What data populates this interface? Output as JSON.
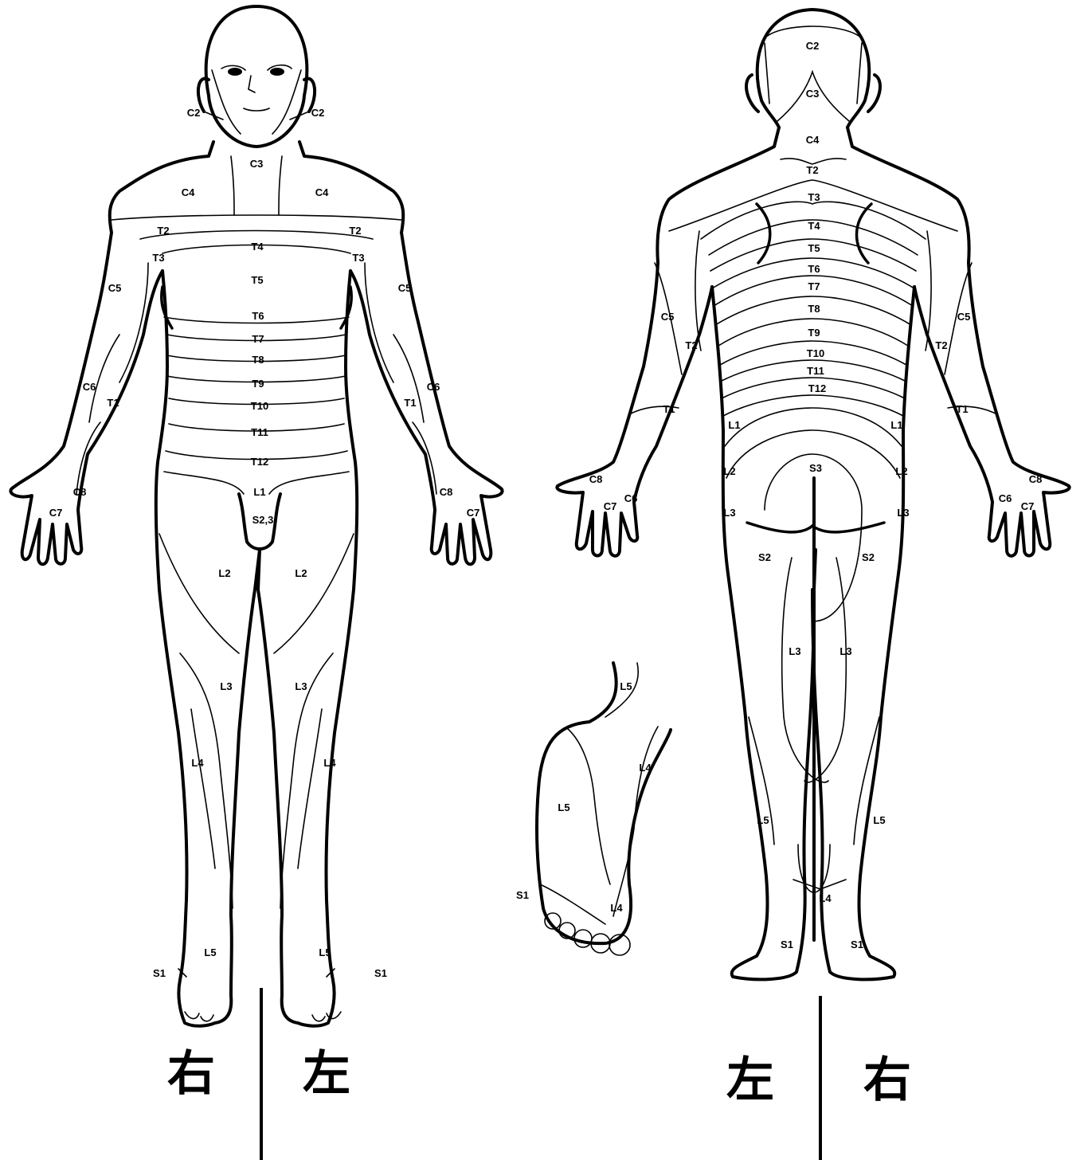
{
  "front_view": {
    "labels": [
      "C2",
      "C2",
      "C3",
      "C4",
      "C4",
      "T2",
      "T2",
      "T3",
      "T3",
      "T4",
      "T5",
      "C5",
      "C5",
      "T6",
      "T7",
      "T8",
      "T9",
      "T10",
      "T11",
      "T12",
      "C6",
      "C6",
      "T1",
      "T1",
      "C8",
      "C8",
      "C7",
      "C7",
      "L1",
      "S2,3",
      "L2",
      "L2",
      "L3",
      "L3",
      "L4",
      "L4",
      "L5",
      "L5",
      "S1",
      "S1"
    ],
    "side_right": "右",
    "side_left": "左"
  },
  "sole_view": {
    "labels": [
      "L5",
      "L4",
      "L5",
      "S1",
      "L4"
    ]
  },
  "back_view": {
    "labels": [
      "C2",
      "C3",
      "C4",
      "T2",
      "T3",
      "T4",
      "T5",
      "T6",
      "T7",
      "T8",
      "T9",
      "T10",
      "T11",
      "T12",
      "C5",
      "C5",
      "T2",
      "T2",
      "T1",
      "T1",
      "L1",
      "L1",
      "L2",
      "L2",
      "C8",
      "C8",
      "C7",
      "C7",
      "C6",
      "C6",
      "S3",
      "L3",
      "L3",
      "S2",
      "S2",
      "L3",
      "L3",
      "L5",
      "L5",
      "L4",
      "S1",
      "S1"
    ],
    "side_left": "左",
    "side_right": "右"
  }
}
